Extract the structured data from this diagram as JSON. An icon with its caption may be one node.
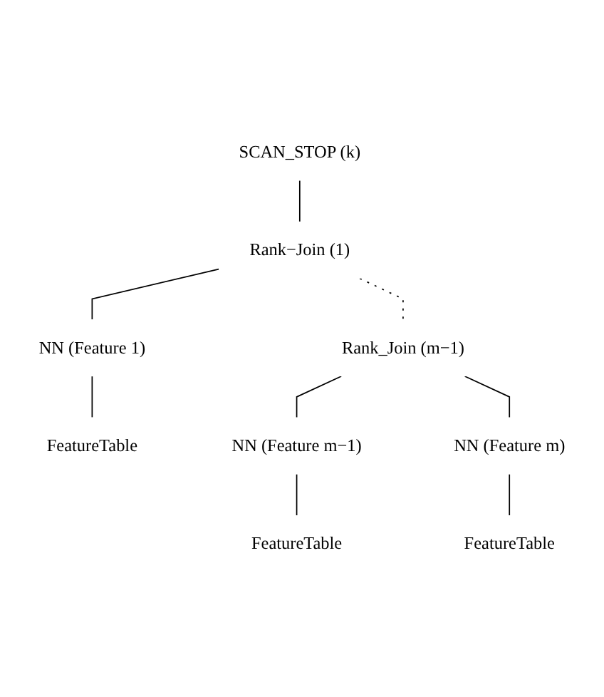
{
  "diagram": {
    "nodes": [
      {
        "text": [
          "SCAN_STOP (k)"
        ]
      },
      {
        "text": [
          "Rank−Join (1)"
        ]
      },
      {
        "text": [
          "NN (Feature 1)"
        ]
      },
      {
        "text": [
          "FeatureTable"
        ]
      },
      {
        "text": [
          "Rank_Join (m−1)"
        ]
      },
      {
        "text": [
          "NN (Feature m−1)"
        ]
      },
      {
        "text": [
          "NN (Feature m)"
        ]
      },
      {
        "text": [
          "FeatureTable"
        ]
      },
      {
        "text": [
          "FeatureTable"
        ]
      }
    ],
    "edges": [
      {
        "from": 0,
        "to": 1,
        "arrow": "none"
      },
      {
        "from": 1,
        "to": 4,
        "arrow": "none",
        "style": "dashed"
      },
      {
        "from": 1,
        "to": 2,
        "arrow": "none"
      },
      {
        "from": 2,
        "to": 3,
        "arrow": "none"
      },
      {
        "from": 4,
        "to": 5,
        "arrow": "none"
      },
      {
        "from": 4,
        "to": 6,
        "arrow": "none"
      },
      {
        "from": 5,
        "to": 7,
        "arrow": "none"
      },
      {
        "from": 6,
        "to": 8,
        "arrow": "none"
      }
    ]
  }
}
